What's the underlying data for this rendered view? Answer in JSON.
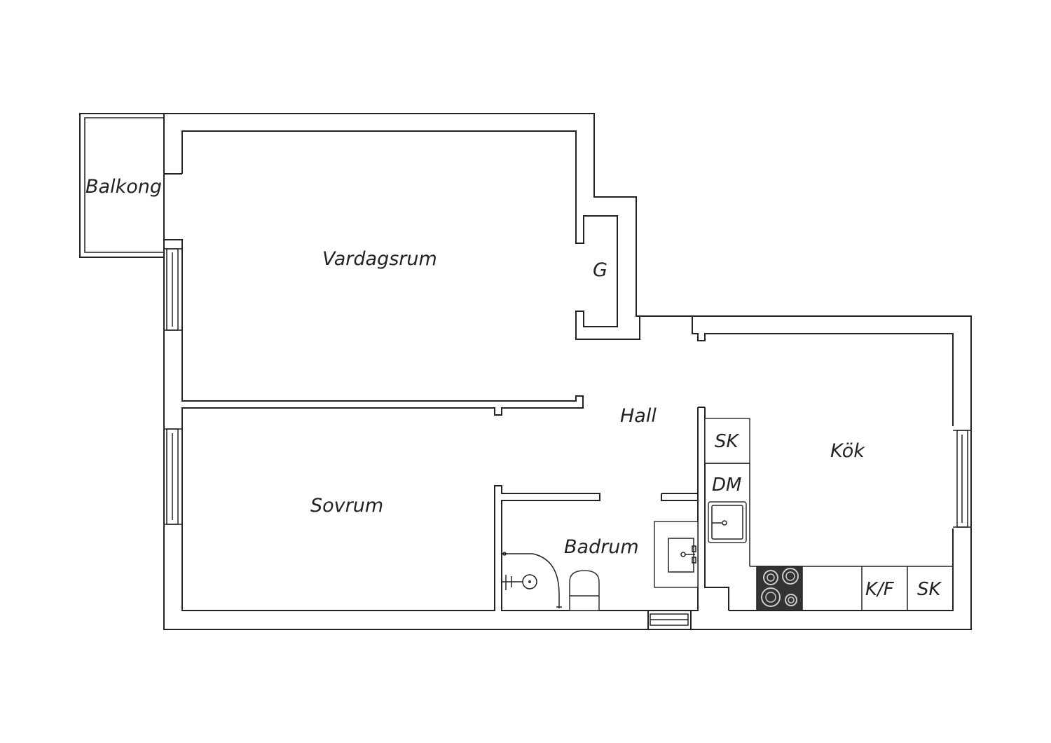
{
  "rooms": {
    "balkong": "Balkong",
    "vardagsrum": "Vardagsrum",
    "g": "G",
    "hall": "Hall",
    "kok": "Kök",
    "sovrum": "Sovrum",
    "badrum": "Badrum"
  },
  "fixtures": {
    "sk_top": "SK",
    "dm": "DM",
    "kf": "K/F",
    "sk_bottom": "SK"
  }
}
